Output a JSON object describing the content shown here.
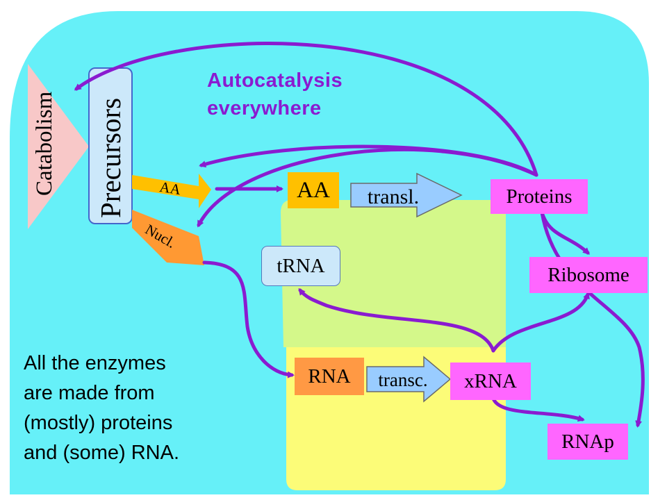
{
  "title": {
    "line1": "Autocatalysis",
    "line2": "everywhere"
  },
  "note": {
    "line1": "All the enzymes",
    "line2": "are made from",
    "line3": "(mostly) proteins",
    "line4": "and (some) RNA."
  },
  "labels": {
    "catabolism": "Catabolism",
    "precursors": "Precursors",
    "aa_arrow": "AA",
    "nucl_arrow": "Nucl.",
    "aa_box": "AA",
    "transl": "transl.",
    "proteins": "Proteins",
    "trna": "tRNA",
    "ribosome": "Ribosome",
    "rna": "RNA",
    "transc": "transc.",
    "xrna": "xRNA",
    "rnap": "RNAp"
  },
  "colors": {
    "cell": "#66f0f8",
    "green_region": "#d4f88a",
    "yellow_region": "#fcfc78",
    "catabolism": "#f8c8c8",
    "precursors": "#cce8fa",
    "aa": "#ffc000",
    "nucl": "#ff9933",
    "transl_arrow": "#99ccff",
    "magenta_box": "#ff66ff",
    "trna": "#cce8fa",
    "rna": "#ff9944",
    "curve": "#8a1bd0",
    "title": "#8a1bd0"
  }
}
